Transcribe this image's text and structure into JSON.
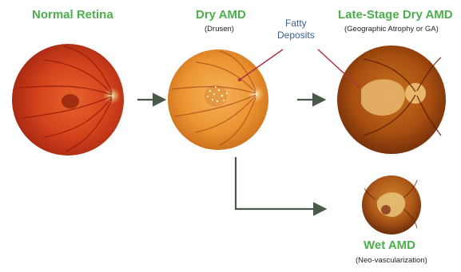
{
  "stages": {
    "normal": {
      "title": "Normal Retina"
    },
    "dry": {
      "title": "Dry AMD",
      "subtitle": "(Drusen)"
    },
    "late": {
      "title": "Late-Stage Dry AMD",
      "subtitle": "(Geographic Atrophy or GA)"
    },
    "wet": {
      "title": "Wet AMD",
      "subtitle": "(Neo-vascularization)"
    }
  },
  "callout": {
    "line1": "Fatty",
    "line2": "Deposits"
  },
  "colors": {
    "title_green": "#4cae4c",
    "arrow_gray": "#4a5a4a",
    "callout_blue": "#3a5f8f",
    "callout_line": "#b03040"
  }
}
